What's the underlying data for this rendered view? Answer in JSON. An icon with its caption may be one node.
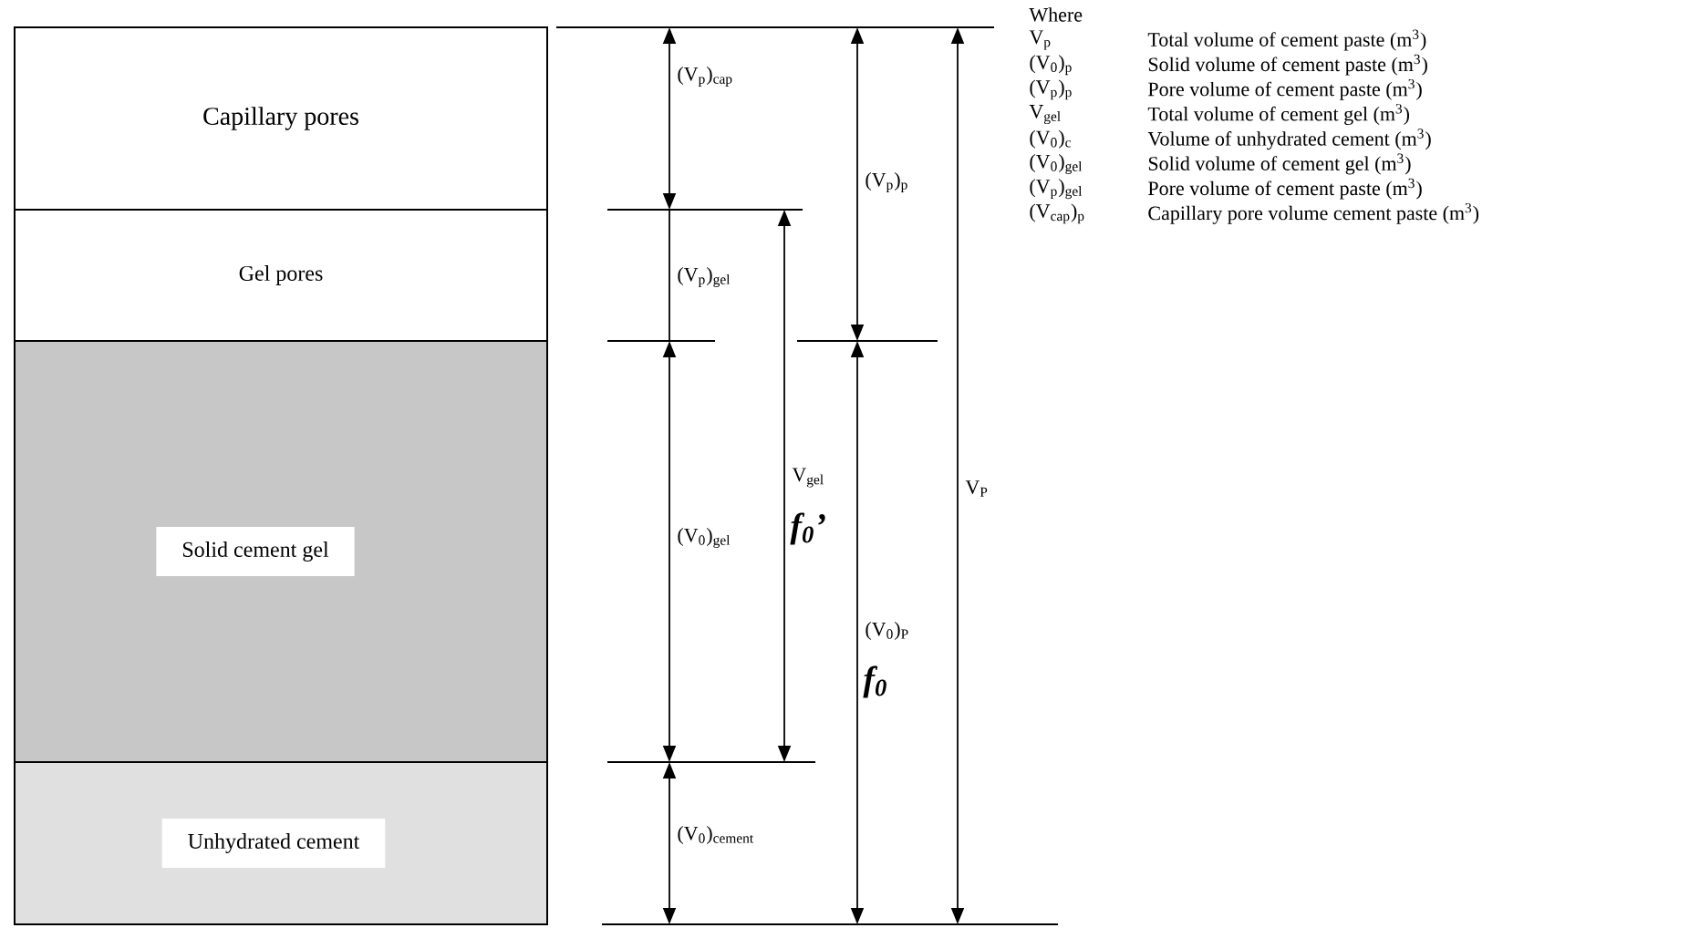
{
  "diagram": {
    "nodes": [
      {
        "text": [
          "Capillary pores"
        ]
      },
      {
        "text": [
          "Gel pores"
        ]
      },
      {
        "text": [
          "Solid cement gel"
        ]
      },
      {
        "text": [
          "Unhydrated cement"
        ]
      }
    ],
    "labels": [
      "(V$_{p}$)$_{cap}$",
      "(V$_{p}$)$_{p}$",
      "(V$_{p}$)$_{gel}$",
      "V$_{gel}$",
      "f$_{0}$’",
      "V$_{P}$",
      "(V$_{0}$)$_{gel}$",
      "(V$_{0}$)$_{P}$",
      "f$_{0}$",
      "(V$_{0}$)$_{cement}$",
      "Where",
      "V$_{p}$",
      "Total volume of cement paste (m$^{3}$)",
      "(V$_{0}$)$_{p}$",
      "Solid volume of cement paste (m$^{3}$)",
      "(V$_{p}$)$_{p}$",
      "Pore volume of cement paste (m$^{3}$)",
      "V$_{gel}$",
      "Total volume of cement gel (m$^{3}$)",
      "(V$_{0}$)$_{c}$",
      "Volume of unhydrated cement (m$^{3}$)",
      "(V$_{0}$)$_{gel}$",
      "Solid volume of cement gel (m$^{3}$)",
      "(V$_{p}$)$_{gel}$",
      "Pore volume of cement paste (m$^{3}$)",
      "(V$_{cap}$)$_{p}$",
      "Capillary pore volume cement paste (m$^{3}$)"
    ]
  }
}
